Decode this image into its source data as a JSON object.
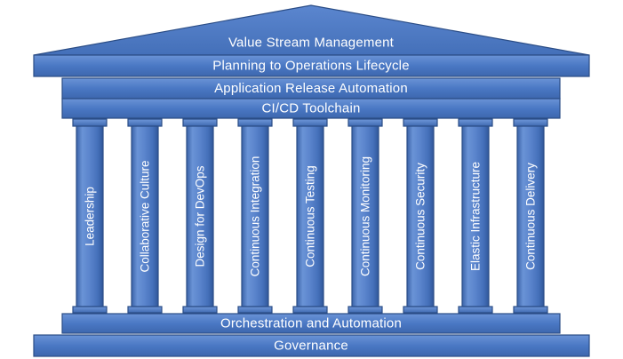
{
  "roof": {
    "top_band": "Value Stream Management"
  },
  "bands": {
    "planning": "Planning to Operations Lifecycle",
    "release": "Application Release Automation",
    "cicd": "CI/CD Toolchain",
    "orchestration": "Orchestration and Automation",
    "governance": "Governance"
  },
  "pillars": [
    "Leadership",
    "Collaborative Culture",
    "Design for DevOps",
    "Continuous Integration",
    "Continuous Testing",
    "Continuous Monitoring",
    "Continuous Security",
    "Elastic Infrastructure",
    "Continuous Delivery"
  ],
  "colors": {
    "fill": "#4a78c4",
    "fill_light": "#6d96d8",
    "fill_dark": "#3a63a8",
    "stroke": "#2b4d86"
  }
}
